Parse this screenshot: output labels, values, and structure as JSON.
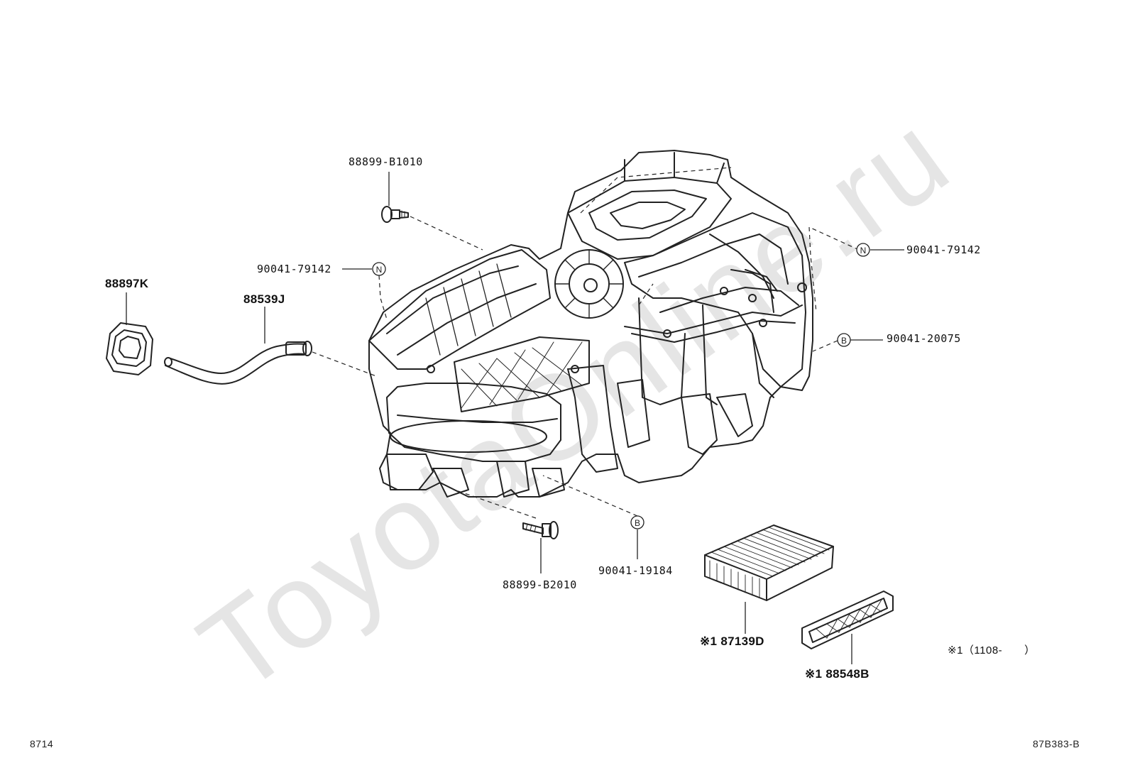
{
  "watermark": "ToyotaOnline.ru",
  "labels": {
    "p88899_b1010": "88899-B1010",
    "p90041_79142_left": "90041-79142",
    "p90041_79142_right": "90041-79142",
    "p90041_20075": "90041-20075",
    "p90041_19184": "90041-19184",
    "p88899_b2010": "88899-B2010",
    "p88897k": "88897K",
    "p88539j": "88539J",
    "p87139d": "※1 87139D",
    "p88548b": "※1 88548B",
    "note_range": "※1（1108-　　）"
  },
  "callouts": {
    "n_left": "N",
    "n_right": "N",
    "b_right": "B",
    "b_lower": "B"
  },
  "footer": {
    "left_code": "8714",
    "right_code": "87B383-B"
  }
}
